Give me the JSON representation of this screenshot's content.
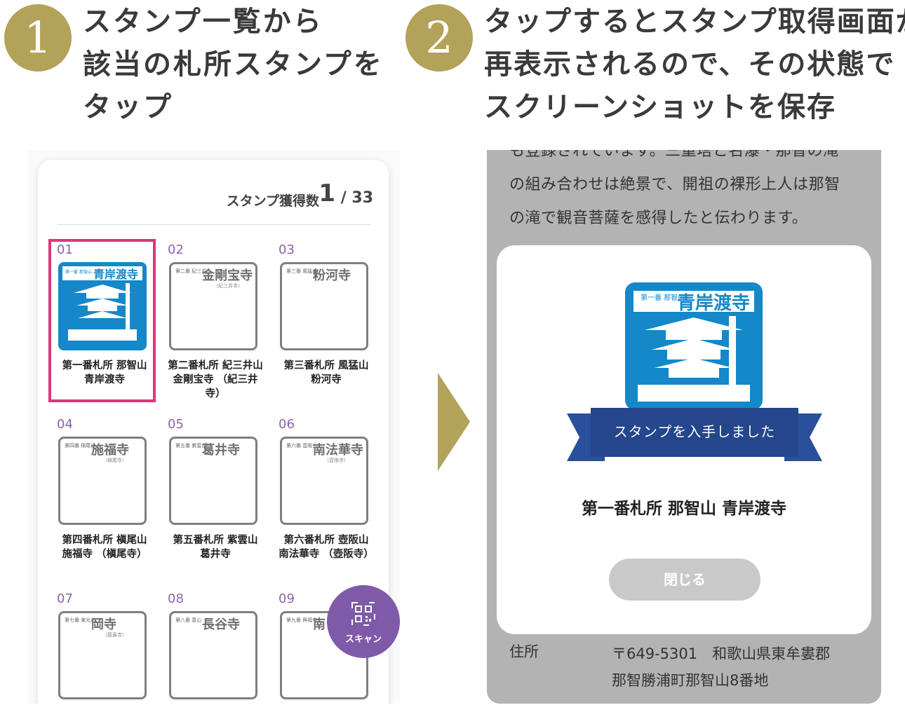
{
  "steps": [
    {
      "number": "1",
      "lines": [
        "スタンプ一覧から",
        "該当の札所スタンプを",
        "タップ"
      ]
    },
    {
      "number": "2",
      "lines": [
        "タップするとスタンプ取得画面が",
        "再表示されるので、その状態で",
        "スクリーンショットを保存"
      ]
    }
  ],
  "colors": {
    "gold": "#b3a25a",
    "purple": "#7f5aa8",
    "highlight": "#e0357a",
    "stamp_blue": "#1488c8",
    "ribbon_navy": "#24468a"
  },
  "list_screen": {
    "count_label": "スタンプ獲得数",
    "count_current": "1",
    "count_total": "/ 33",
    "scan_button": {
      "icon": "qr-code-icon",
      "label": "スキャン"
    },
    "stamps": [
      {
        "num": "01",
        "name": "第一番札所 那智山 青岸渡寺",
        "stamp_small": "第一番 那智山",
        "stamp_big": "青岸渡寺",
        "stamp_sub": "",
        "acquired": true
      },
      {
        "num": "02",
        "name": "第二番札所 紀三井山 金剛宝寺 （紀三井寺）",
        "stamp_small": "第二番 紀三井山",
        "stamp_big": "金剛宝寺",
        "stamp_sub": "（紀三井寺）",
        "acquired": false
      },
      {
        "num": "03",
        "name": "第三番札所 風猛山 粉河寺",
        "stamp_small": "第三番 風猛山",
        "stamp_big": "粉河寺",
        "stamp_sub": "",
        "acquired": false
      },
      {
        "num": "04",
        "name": "第四番札所 槇尾山 施福寺 （槇尾寺）",
        "stamp_small": "第四番 槇尾山",
        "stamp_big": "施福寺",
        "stamp_sub": "（槇尾寺）",
        "acquired": false
      },
      {
        "num": "05",
        "name": "第五番札所 紫雲山 葛井寺",
        "stamp_small": "第五番 紫雲山",
        "stamp_big": "葛井寺",
        "stamp_sub": "",
        "acquired": false
      },
      {
        "num": "06",
        "name": "第六番札所 壺阪山 南法華寺 （壺阪寺）",
        "stamp_small": "第六番 壺阪山",
        "stamp_big": "南法華寺",
        "stamp_sub": "（壺阪寺）",
        "acquired": false
      },
      {
        "num": "07",
        "name": "",
        "stamp_small": "第七番 東光山",
        "stamp_big": "岡寺",
        "stamp_sub": "（龍蓋寺）",
        "acquired": false
      },
      {
        "num": "08",
        "name": "",
        "stamp_small": "第八番 豊山",
        "stamp_big": "長谷寺",
        "stamp_sub": "",
        "acquired": false
      },
      {
        "num": "09",
        "name": "",
        "stamp_small": "第九番 興福寺",
        "stamp_big": "南",
        "stamp_sub": "",
        "acquired": false
      }
    ]
  },
  "detail_screen": {
    "description_lines": [
      "も登録されています。三重塔と名瀑・那智の滝",
      "の組み合わせは絶景で、開祖の裸形上人は那智",
      "の滝で観音菩薩を感得したと伝わります。"
    ],
    "stamp_small": "第一番 那智山",
    "stamp_big": "青岸渡寺",
    "ribbon_text": "スタンプを入手しました",
    "title": "第一番札所 那智山 青岸渡寺",
    "close_button": "閉じる",
    "address_label": "住所",
    "address_lines": [
      "〒649-5301　和歌山県東牟婁郡",
      "那智勝浦町那智山8番地"
    ]
  }
}
